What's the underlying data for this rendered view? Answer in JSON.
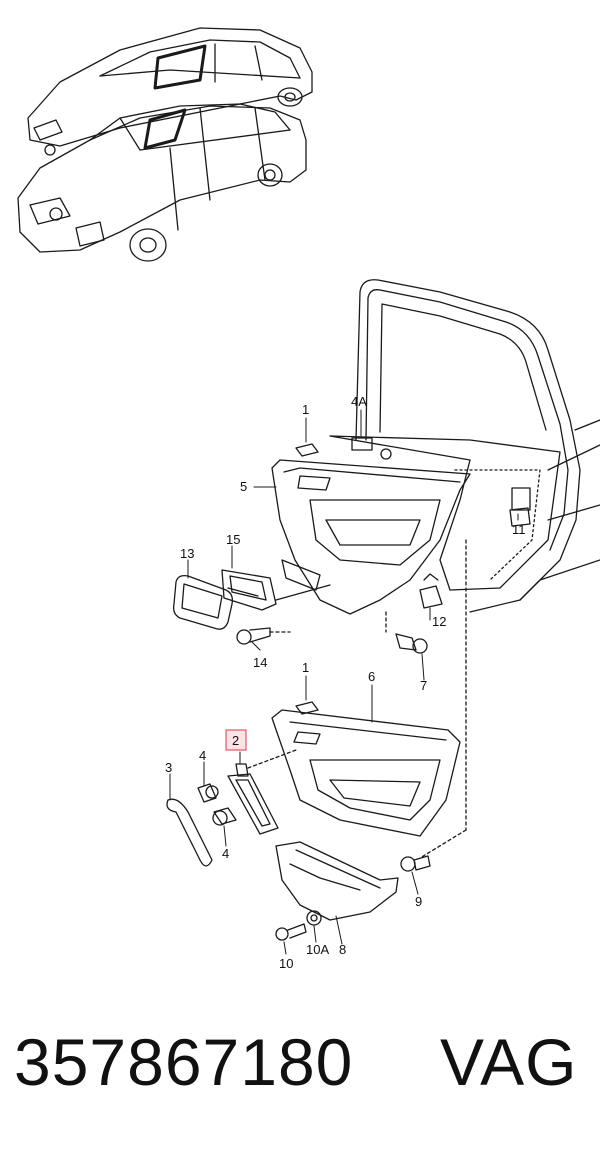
{
  "footer": {
    "part_number": "357867180",
    "brand": "VAG"
  },
  "callouts": {
    "c1_top": "1",
    "c4A": "4A",
    "c5": "5",
    "c11": "11",
    "c13": "13",
    "c15": "15",
    "c12": "12",
    "c14": "14",
    "c7": "7",
    "c1_bottom": "1",
    "c6": "6",
    "c2": "2",
    "c3": "3",
    "c4_upper": "4",
    "c4_lower": "4",
    "c9": "9",
    "c8": "8",
    "c10": "10",
    "c10A": "10A"
  },
  "highlight_color": "#e05a6a"
}
